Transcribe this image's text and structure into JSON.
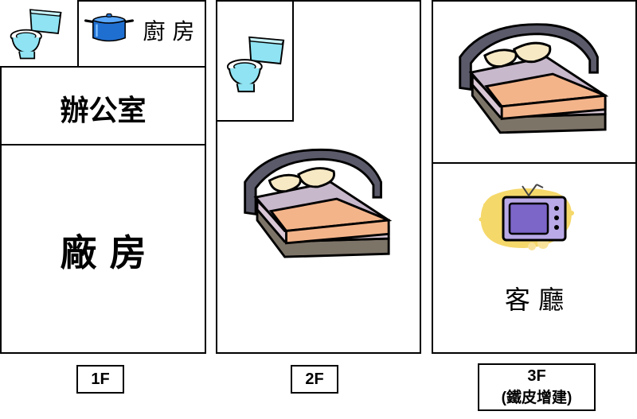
{
  "floor1": {
    "kitchen": "廚 房",
    "office": "辦公室",
    "factory": "廠 房",
    "label": "1F"
  },
  "floor2": {
    "label": "2F"
  },
  "floor3": {
    "living_room": "客 廳",
    "label_line1": "3F",
    "label_line2": "(鐵皮增建)"
  },
  "icons": {
    "toilet": "toilet-icon",
    "pot": "cooking-pot-icon",
    "bed": "bed-icon",
    "tv": "tv-icon"
  },
  "colors": {
    "outline": "#000000",
    "toilet": "#8fe3f2",
    "pot": "#1f6fd1",
    "bed_blanket": "#f4b48a",
    "bed_frame": "#5a5a6a",
    "tv_body": "#b9a9e6",
    "tv_glow": "#f5d86a"
  }
}
